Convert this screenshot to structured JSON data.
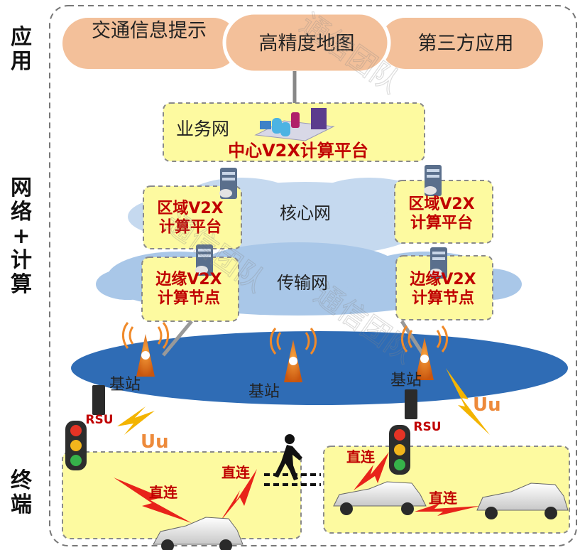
{
  "layers": {
    "application": "应用",
    "network_compute": "网络+计算",
    "terminal": "终端"
  },
  "apps": {
    "traffic_info": "交通信息提示",
    "hd_map": "高精度地图",
    "third_party": "第三方应用"
  },
  "center": {
    "business_network": "业务网",
    "platform": "中心V2X计算平台"
  },
  "regional_platform": "区域V2X计算平台",
  "core_network": "核心网",
  "transport_network": "传输网",
  "edge_node": "边缘V2X计算节点",
  "base_station": "基站",
  "rsu": "RSU",
  "uu": "Uu",
  "direct": "直连",
  "watermark": "通信团队",
  "colors": {
    "app_pill": "#f3c09a",
    "yellow_box": "#fdfaa0",
    "red_text": "#c00000",
    "cloud": "#c5d9ef",
    "ellipse": "#2f6cb5",
    "uu_orange": "#ed8a3b",
    "bolt_red": "#e8231a",
    "bolt_yellow": "#f3b400"
  }
}
